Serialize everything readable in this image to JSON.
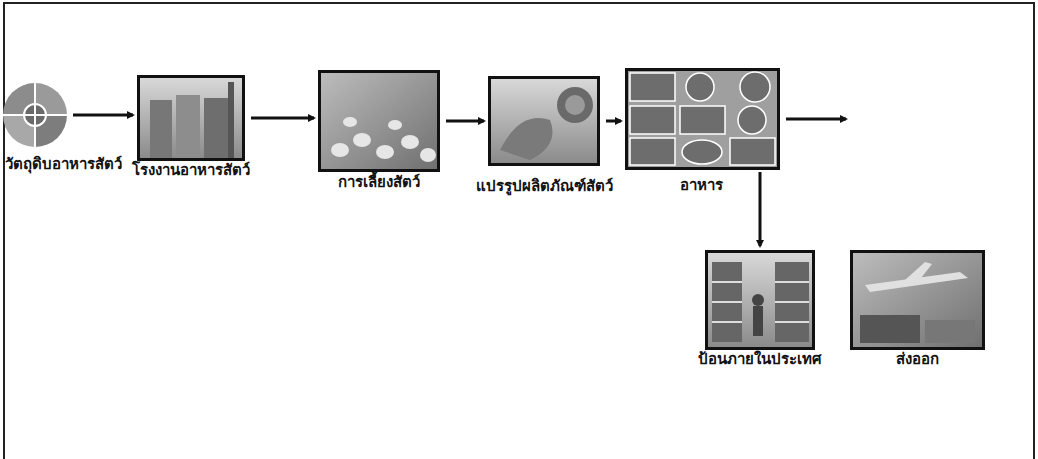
{
  "diagram": {
    "nodes": [
      {
        "text": [
          "วัตถุดิบอาหารสัตว์"
        ]
      },
      {
        "text": [
          "โรงงานอาหารสัตว์"
        ]
      },
      {
        "text": [
          "การเลี้ยงสัตว์"
        ]
      },
      {
        "text": [
          "แปรรูปผลิตภัณฑ์สัตว์"
        ]
      },
      {
        "text": [
          "อาหาร"
        ]
      },
      {
        "text": [
          "ป้อนภายในประเทศ"
        ]
      },
      {
        "text": [
          "ส่งออก"
        ]
      }
    ],
    "edges": [
      {
        "from": 0,
        "to": 1,
        "arrow": "to"
      },
      {
        "from": 1,
        "to": 2,
        "arrow": "to"
      },
      {
        "from": 2,
        "to": 3,
        "arrow": "to"
      },
      {
        "from": 3,
        "to": 4,
        "arrow": "to"
      },
      {
        "from": 4,
        "to": 5,
        "arrow": "to"
      },
      {
        "from": 4,
        "to": 6,
        "arrow": "to"
      }
    ]
  }
}
